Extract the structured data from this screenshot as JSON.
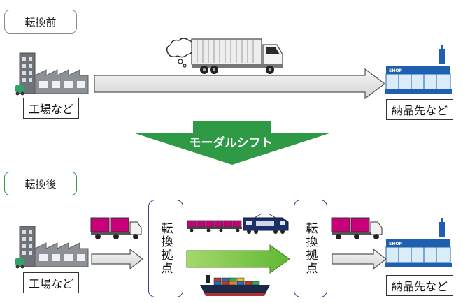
{
  "before": {
    "label": "転換前",
    "origin": "工場など",
    "destination": "納品先など"
  },
  "shift": {
    "label": "モーダルシフト"
  },
  "after": {
    "label": "転換後",
    "origin": "工場など",
    "destination": "納品先など",
    "hub_left": "転換拠点",
    "hub_right": "転換拠点"
  },
  "shop_sign": "SHOP",
  "colors": {
    "green": "#2e9a45",
    "arrow_gray": "#e6e6e6",
    "rail_green": "#7cc24a",
    "container_magenta": "#c8007a",
    "hub_border": "#3a3f8f",
    "store_blue": "#1f5fb0"
  }
}
